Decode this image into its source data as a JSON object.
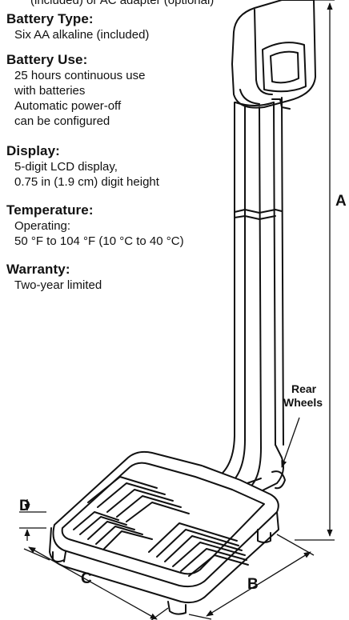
{
  "cutoff_text": "(included) or AC adapter (optional)",
  "specs": [
    {
      "heading": "Battery Type:",
      "lines": [
        "Six AA alkaline (included)"
      ]
    },
    {
      "heading": "Battery Use:",
      "lines": [
        "25 hours continuous use",
        "with batteries",
        "Automatic power-off",
        "can be configured"
      ]
    },
    {
      "heading": "Display:",
      "lines": [
        "5-digit LCD display,",
        "0.75 in (1.9 cm) digit height"
      ]
    },
    {
      "heading": "Temperature:",
      "lines": [
        "Operating:",
        "50 °F to 104 °F (10 °C to 40 °C)"
      ]
    },
    {
      "heading": "Warranty:",
      "lines": [
        "Two-year limited"
      ]
    }
  ],
  "dimensions": {
    "a": "A",
    "b": "B",
    "c": "C",
    "d": "D"
  },
  "callout": {
    "line1": "Rear",
    "line2": "Wheels"
  }
}
